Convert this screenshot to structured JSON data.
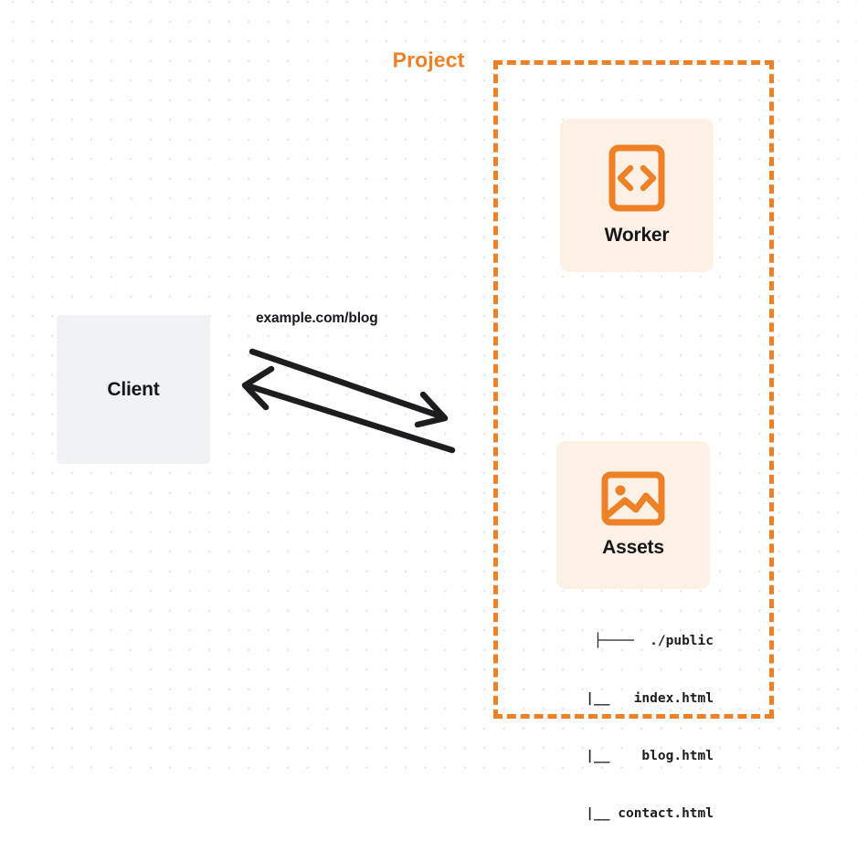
{
  "diagram": {
    "title": "Project request flow",
    "background": {
      "color": "#ffffff",
      "dot_color": "#e8eaec"
    },
    "colors": {
      "accent_orange": "#ee8026",
      "card_cream": "#fdf1e6",
      "client_gray": "#f1f2f4",
      "text_dark": "#16171a"
    }
  },
  "client": {
    "label": "Client",
    "icon": "client-box-icon"
  },
  "flow": {
    "request_label": "example.com/blog",
    "request_arrow": {
      "name": "request-arrow",
      "direction": "client-to-project"
    },
    "response_arrow": {
      "name": "response-arrow",
      "direction": "project-to-client"
    }
  },
  "project": {
    "title": "Project",
    "border_style": "dashed",
    "cards": [
      {
        "label": "Worker",
        "icon": "code-brackets-icon"
      },
      {
        "label": "Assets",
        "icon": "image-picture-icon"
      }
    ]
  },
  "file_tree": {
    "lines": [
      "├────  ./public",
      "    |__   index.html",
      "    |__    blog.html",
      "    |__ contact.html"
    ],
    "root": "./public",
    "files": [
      "index.html",
      "blog.html",
      "contact.html"
    ]
  }
}
